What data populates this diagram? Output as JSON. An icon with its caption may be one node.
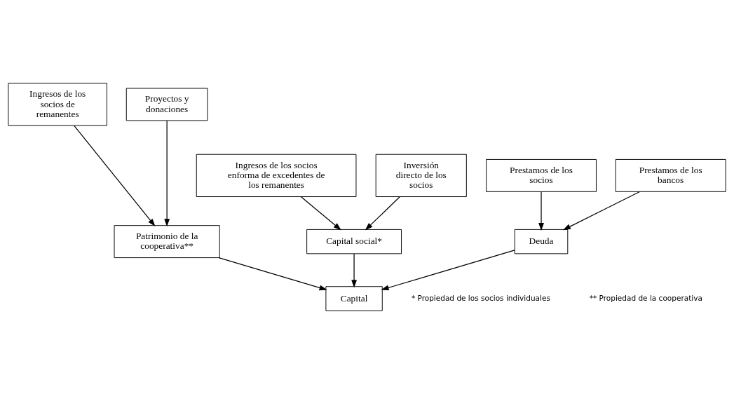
{
  "diagram": {
    "nodes": [
      {
        "text": [
          "Ingresos de los socios de remanentes"
        ]
      },
      {
        "text": [
          "Proyectos y donaciones"
        ]
      },
      {
        "text": [
          "Ingresos de los socios enforma de excedentes de los remanentes"
        ]
      },
      {
        "text": [
          "Inversión directo de los socios"
        ]
      },
      {
        "text": [
          "Prestamos de los socios"
        ]
      },
      {
        "text": [
          "Prestamos de los bancos"
        ]
      },
      {
        "text": [
          "Capital social*"
        ]
      },
      {
        "text": [
          "Patrimonio de la cooperativa**"
        ]
      },
      {
        "text": [
          "Deuda"
        ]
      },
      {
        "text": [
          "Capital"
        ]
      }
    ],
    "edges": [
      {
        "from": 0,
        "to": 7,
        "arrow": "to"
      },
      {
        "from": 1,
        "to": 7,
        "arrow": "to"
      },
      {
        "from": 2,
        "to": 6,
        "arrow": "to"
      },
      {
        "from": 3,
        "to": 6,
        "arrow": "to"
      },
      {
        "from": 4,
        "to": 8,
        "arrow": "to"
      },
      {
        "from": 5,
        "to": 8,
        "arrow": "to"
      },
      {
        "from": 6,
        "to": 9,
        "arrow": "to"
      },
      {
        "from": 7,
        "to": 9,
        "arrow": "to"
      },
      {
        "from": 8,
        "to": 9,
        "arrow": "to"
      }
    ],
    "labels": [
      "* Propiedad de los socios individuales",
      "** Propiedad de la cooperativa"
    ]
  }
}
